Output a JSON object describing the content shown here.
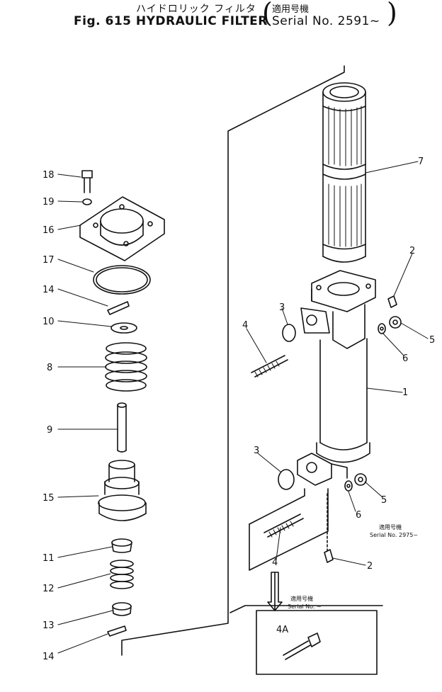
{
  "header": {
    "title_jp": "ハイドロリック フィルタ",
    "title_en": "Fig. 615 HYDRAULIC FILTER",
    "serial_jp": "適用号機",
    "serial_en": "Serial No. 2591~"
  },
  "callouts": {
    "c18": "18",
    "c19": "19",
    "c16": "16",
    "c17": "17",
    "c14a": "14",
    "c10": "10",
    "c8": "8",
    "c9": "9",
    "c15": "15",
    "c11": "11",
    "c12": "12",
    "c13": "13",
    "c14b": "14",
    "c7": "7",
    "c2a": "2",
    "c3a": "3",
    "c4a": "4",
    "c5a": "5",
    "c6a": "6",
    "c1": "1",
    "c3b": "3",
    "c5b": "5",
    "c6b": "6",
    "c4b": "4",
    "c2b": "2",
    "c4A": "4A"
  },
  "notes": {
    "serial2975_jp": "適用号機",
    "serial2975_en": "Serial No. 2975~",
    "serialbox_jp": "適用号機",
    "serialbox_en": "Serial No. ~"
  }
}
